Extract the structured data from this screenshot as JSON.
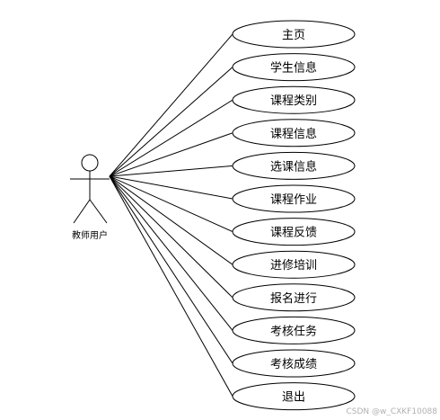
{
  "actor": {
    "label": "教师用户"
  },
  "use_cases": [
    {
      "label": "主页"
    },
    {
      "label": "学生信息"
    },
    {
      "label": "课程类别"
    },
    {
      "label": "课程信息"
    },
    {
      "label": "选课信息"
    },
    {
      "label": "课程作业"
    },
    {
      "label": "课程反馈"
    },
    {
      "label": "进修培训"
    },
    {
      "label": "报名进行"
    },
    {
      "label": "考核任务"
    },
    {
      "label": "考核成绩"
    },
    {
      "label": "退出"
    }
  ],
  "watermark": "CSDN @w_CXKF10088",
  "colors": {
    "stroke": "#000000",
    "fill": "#ffffff",
    "watermark": "#b0b0b0"
  }
}
